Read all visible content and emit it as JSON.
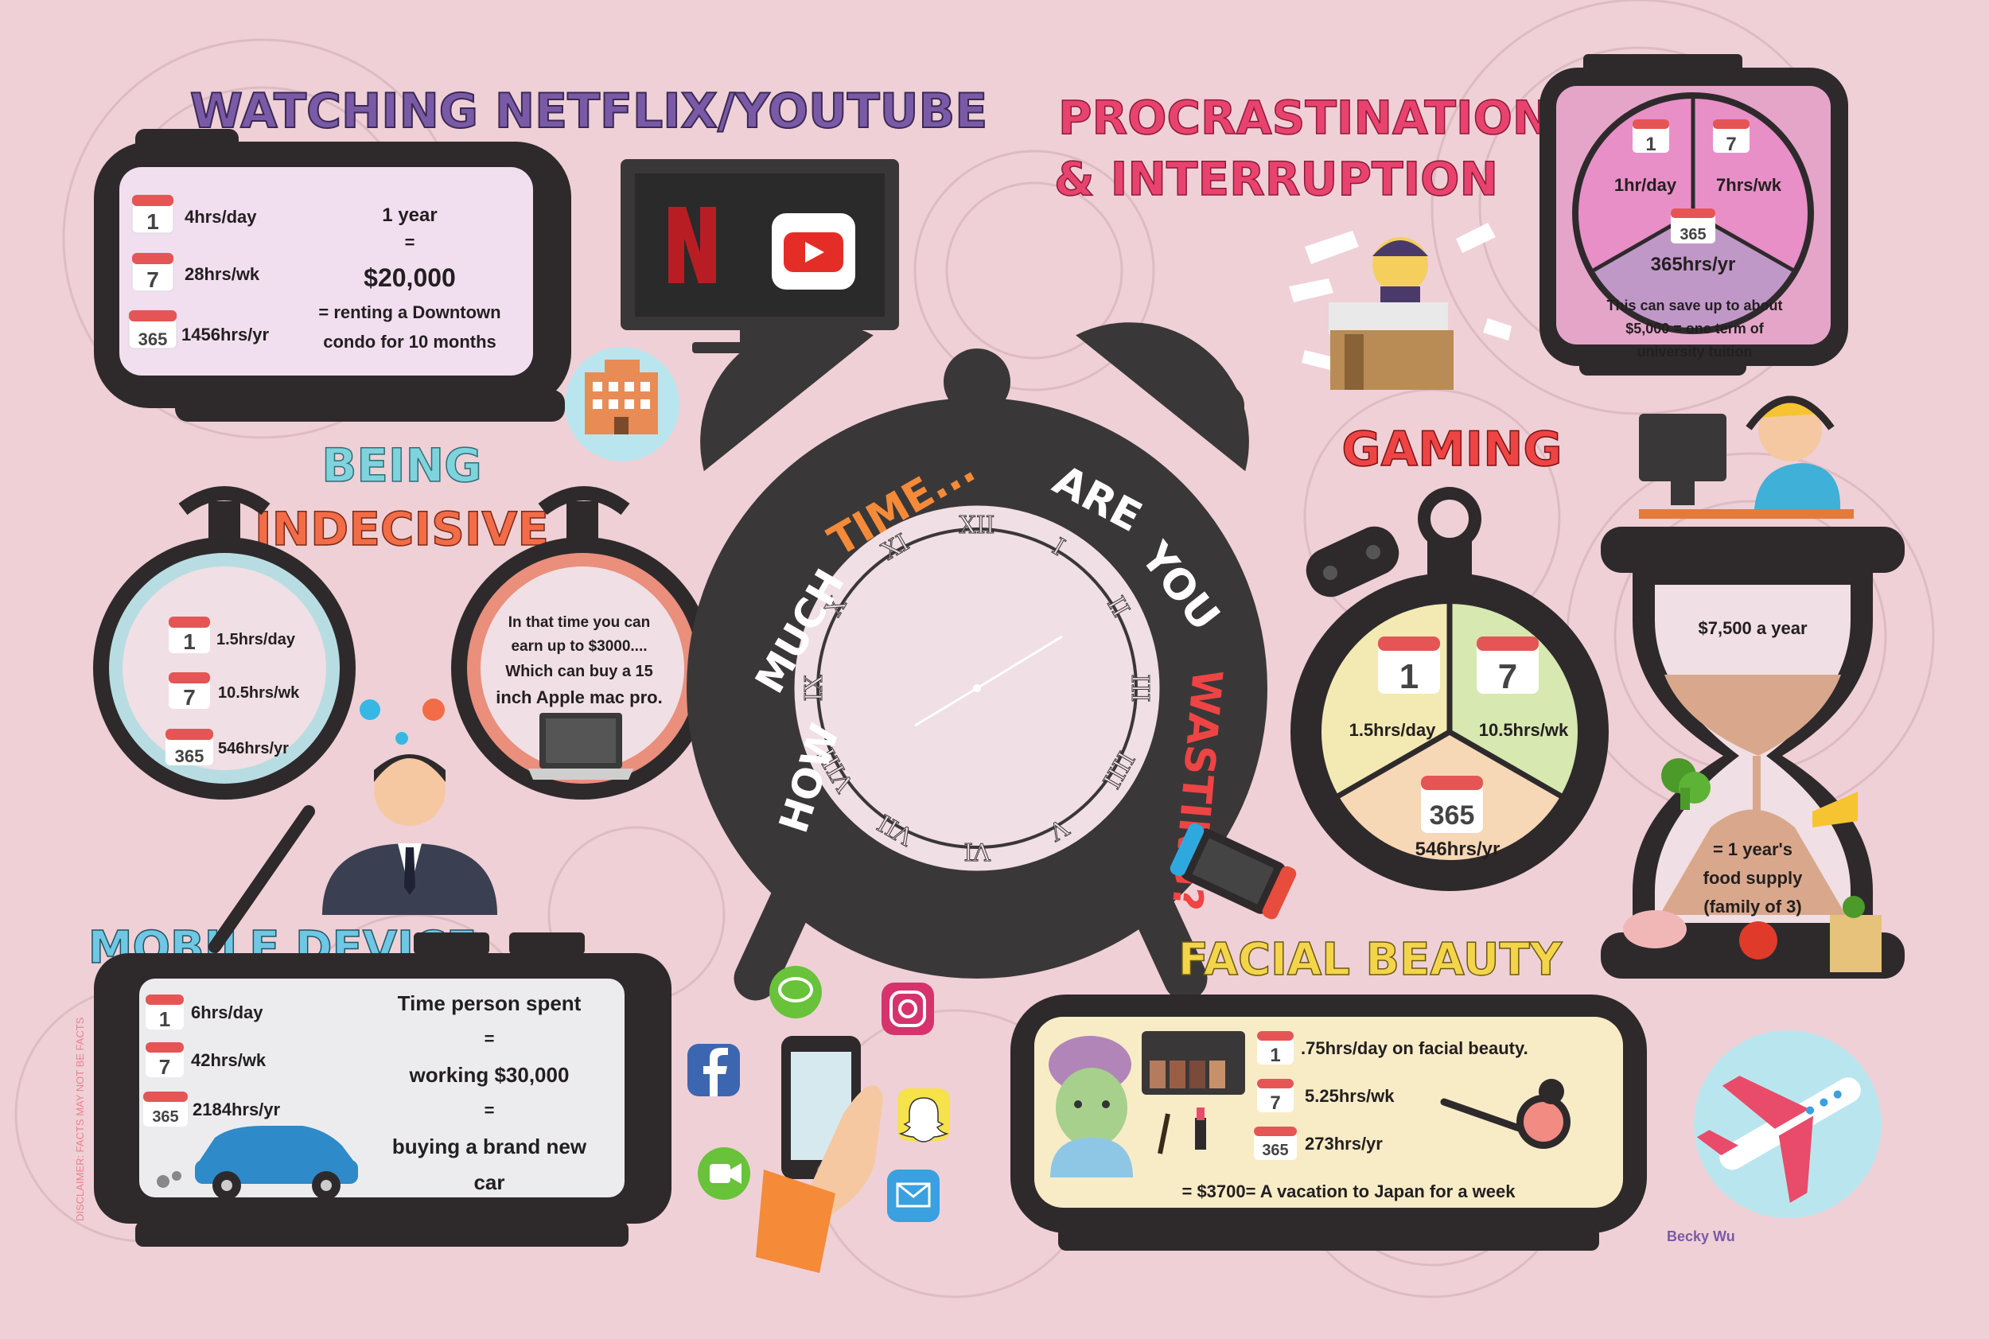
{
  "colors": {
    "background": "#efd0d6",
    "dark": "#2e2a2c",
    "netflix_red": "#b81d24",
    "youtube_red": "#e52d27",
    "title_purple": "#7a5aa6",
    "title_pink": "#e8436e",
    "title_teal": "#7fd3dc",
    "title_orange": "#f26c48",
    "title_red": "#ee4444",
    "title_yellow": "#f4d54a",
    "title_blue": "#6fc7e3",
    "screen_lavender": "#f1dff0",
    "screen_gray": "#ececee",
    "screen_cream": "#f8ecc7"
  },
  "center": {
    "words": [
      "HOW",
      "MUCH",
      "TIME...",
      "ARE",
      "YOU",
      "WASTING?"
    ],
    "numerals": [
      "XII",
      "I",
      "II",
      "III",
      "IIII",
      "V",
      "VI",
      "VII",
      "VIII",
      "IX",
      "X",
      "XI"
    ]
  },
  "netflix": {
    "title": "WATCHING NETFLIX/YOUTUBE",
    "day_num": "1",
    "week_num": "7",
    "year_num": "365",
    "day": "4hrs/day",
    "week": "28hrs/wk",
    "year": "1456hrs/yr",
    "cost_line1": "1 year",
    "cost_line2": "=",
    "cost_line3": "$20,000",
    "cost_line4": "= renting a Downtown",
    "cost_line5": "condo for 10 months",
    "icons": [
      "netflix-logo",
      "youtube-logo",
      "building-icon"
    ]
  },
  "procrastination": {
    "title1": "PROCRASTINATION",
    "title2": "& INTERRUPTION",
    "day_num": "1",
    "week_num": "7",
    "year_num": "365",
    "day": "1hr/day",
    "week": "7hrs/wk",
    "year": "365hrs/yr",
    "note1": "This can save up to about",
    "note2": "$5,000 = one term of",
    "note3": "university tuition"
  },
  "indecisive": {
    "title1": "BEING",
    "title2": "INDECISIVE",
    "day_num": "1",
    "week_num": "7",
    "year_num": "365",
    "day": "1.5hrs/day",
    "week": "10.5hrs/wk",
    "year": "546hrs/yr",
    "note1": "In that time you can",
    "note2": "earn up to $3000....",
    "note3": "Which can buy a 15",
    "note4": "inch Apple mac pro."
  },
  "gaming": {
    "title": "GAMING",
    "day_num": "1",
    "week_num": "7",
    "year_num": "365",
    "day": "1.5hrs/day",
    "week": "10.5hrs/wk",
    "year": "546hrs/yr",
    "cost_top": "$7,500 a year",
    "cost1": "= 1 year's",
    "cost2": "food supply",
    "cost3": "(family of 3)"
  },
  "mobile": {
    "title": "MOBILE DEVICE",
    "day_num": "1",
    "week_num": "7",
    "year_num": "365",
    "day": "6hrs/day",
    "week": "42hrs/wk",
    "year": "2184hrs/yr",
    "cost1": "Time person spent",
    "cost2": "=",
    "cost3": "working $30,000",
    "cost4": "=",
    "cost5": "buying a brand new",
    "cost6": "car",
    "icons": [
      "message-icon",
      "instagram-icon",
      "facebook-icon",
      "snapchat-icon",
      "facetime-icon",
      "mail-icon"
    ]
  },
  "beauty": {
    "title": "FACIAL BEAUTY",
    "day_num": "1",
    "week_num": "7",
    "year_num": "365",
    "day": ".75hrs/day on facial beauty.",
    "week": "5.25hrs/wk",
    "year": "273hrs/yr",
    "cost": "= $3700= A vacation to Japan for a week"
  },
  "credit": "Becky Wu",
  "disclaimer": "DISCLAIMER: FACTS MAY NOT BE FACTS"
}
